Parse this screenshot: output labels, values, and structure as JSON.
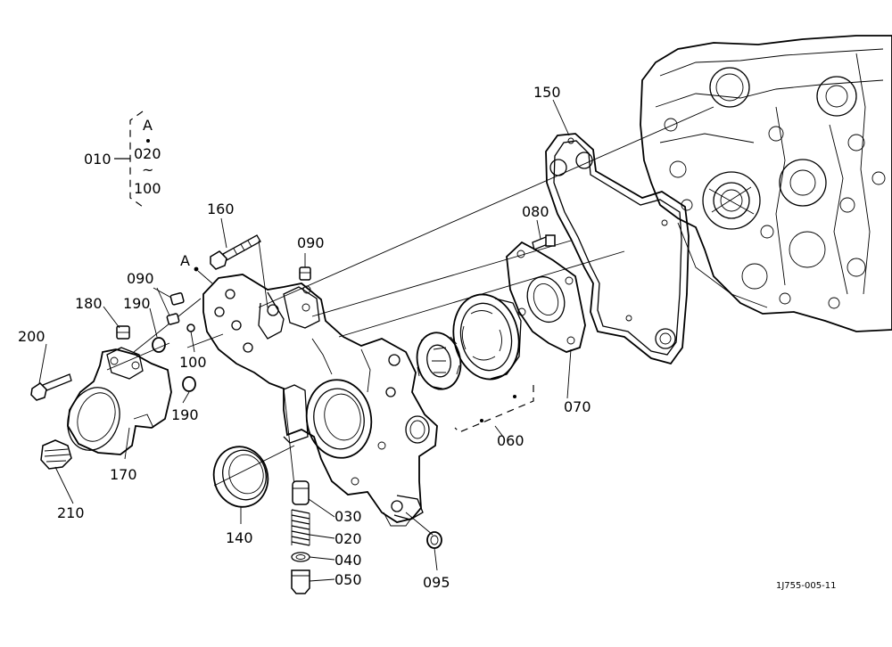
{
  "diagram": {
    "drawing_code": "1J755-005-11",
    "assembly_bracket": {
      "parent": "010",
      "ref_letter": "A",
      "from": "020",
      "range_mark": "~",
      "to": "100"
    },
    "ref_marker": "A",
    "labels": {
      "p020": "020",
      "p030": "030",
      "p040": "040",
      "p050": "050",
      "p060": "060",
      "p070": "070",
      "p080": "080",
      "p090a": "090",
      "p090b": "090",
      "p095": "095",
      "p100": "100",
      "p140": "140",
      "p150": "150",
      "p160": "160",
      "p170": "170",
      "p180": "180",
      "p190a": "190",
      "p190b": "190",
      "p200": "200",
      "p210": "210"
    }
  }
}
